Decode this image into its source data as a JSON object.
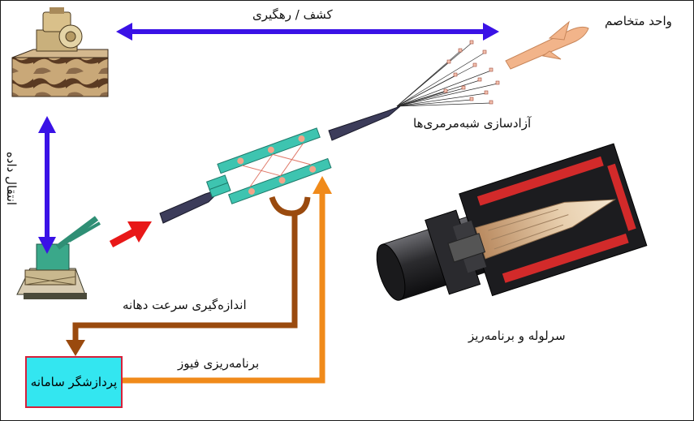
{
  "labels": {
    "detect_track": "کشف / رهگیری",
    "enemy_unit": "واحد متخاصم",
    "data_transfer": "انتقال داده",
    "submunition_release": "آزادسازی شبه‌مرمری‌ها",
    "barrel_programmer": "سرلوله و برنامه‌ریز",
    "muzzle_velocity": "اندازه‌گیری سرعت دهانه",
    "fuze_programming": "برنامه‌ریزی فیوز",
    "system_processor": "پردازشگر سامانه"
  },
  "colors": {
    "link_arrow": "#3a12e6",
    "velocity_line": "#9a4a0e",
    "fuze_line": "#f08a1a",
    "fire_arrow": "#e81818",
    "processor_fill": "#33e6f0",
    "processor_border": "#d6203a",
    "sensor_frame": "#3ec4b0",
    "missile": "#f2b48a"
  }
}
